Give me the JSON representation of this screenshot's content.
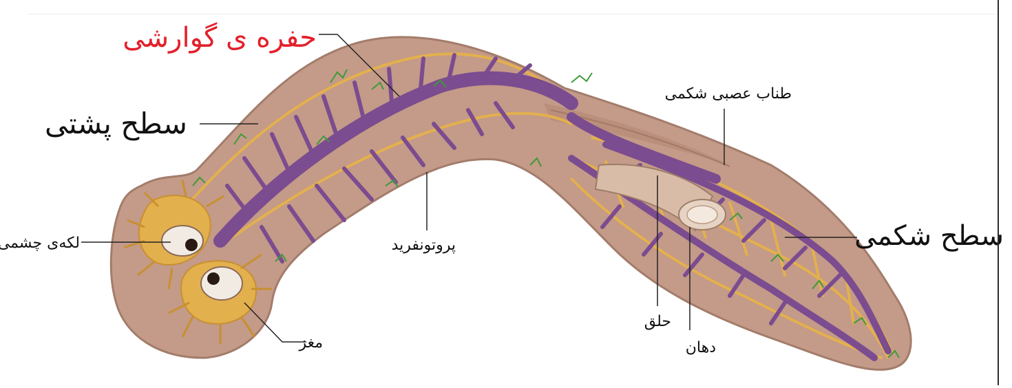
{
  "labels": {
    "digestive_cavity": "حفره ی گوارشی",
    "dorsal_surface": "سطح پشتی",
    "ventral_nerve_cord": "طناب عصبی شکمی",
    "ventral_surface": "سطح شکمی",
    "eyespot": "لکه‌ی چشمی",
    "protonephridium": "پروتونفرید",
    "brain": "مغز",
    "pharynx": "حلق",
    "mouth": "دهان"
  },
  "colors": {
    "body_fill": "#c49a88",
    "body_edge": "#a37c6b",
    "gut": "#7b4c8f",
    "nerve": "#e3b04e",
    "protonephridia": "#3f9a3a",
    "accent_label": "#e3202b",
    "label": "#111111"
  }
}
